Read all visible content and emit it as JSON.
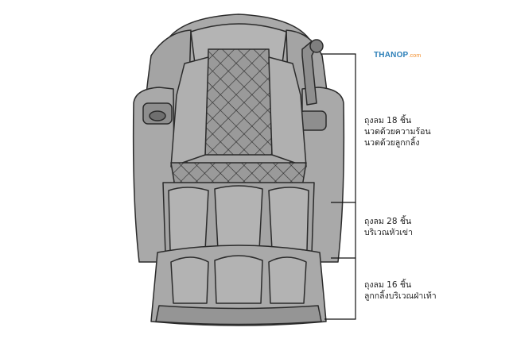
{
  "logo": {
    "name": "THANOP",
    "suffix": ".com"
  },
  "callouts": [
    {
      "lines": [
        "ถุงลม 18 ชิ้น",
        "นวดด้วยความร้อน",
        "นวดด้วยลูกกลิ้ง"
      ]
    },
    {
      "lines": [
        "ถุงลม 28 ชิ้น",
        "บริเวณหัวเข่า"
      ]
    },
    {
      "lines": [
        "ถุงลม 16 ชิ้น",
        "ลูกกลิ้งบริเวณฝ่าเท้า"
      ]
    }
  ],
  "colors": {
    "chair_fill": "#a9a9a9",
    "chair_dark": "#8e8e8e",
    "outline": "#2b2b2b",
    "logo_blue": "#2c7fb8",
    "logo_orange": "#f28c28"
  }
}
